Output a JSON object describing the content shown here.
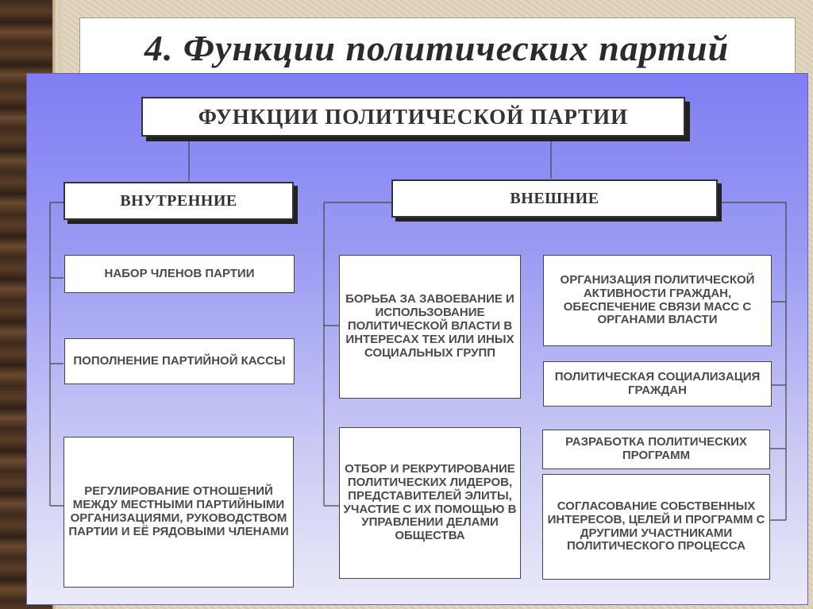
{
  "slide_title": "4. Функции политических партий",
  "diagram": {
    "root": "ФУНКЦИИ ПОЛИТИЧЕСКОЙ ПАРТИИ",
    "internal": {
      "label": "ВНУТРЕННИЕ",
      "items": [
        "НАБОР ЧЛЕНОВ ПАРТИИ",
        "ПОПОЛНЕНИЕ ПАРТИЙНОЙ КАССЫ",
        "РЕГУЛИРОВАНИЕ ОТНОШЕНИЙ МЕЖДУ МЕСТНЫМИ ПАРТИЙНЫМИ ОРГАНИЗАЦИЯМИ, РУКОВОДСТВОМ ПАРТИИ И ЕЁ РЯДОВЫМИ ЧЛЕНАМИ"
      ]
    },
    "external": {
      "label": "ВНЕШНИЕ",
      "items_left": [
        "БОРЬБА ЗА ЗАВОЕВАНИЕ И ИСПОЛЬЗОВАНИЕ ПОЛИТИЧЕСКОЙ ВЛАСТИ В ИНТЕРЕСАХ ТЕХ ИЛИ ИНЫХ СОЦИАЛЬНЫХ ГРУПП",
        "ОТБОР И РЕКРУТИРОВАНИЕ ПОЛИТИЧЕСКИХ ЛИДЕРОВ, ПРЕДСТАВИТЕЛЕЙ ЭЛИТЫ, УЧАСТИЕ С ИХ ПОМОЩЬЮ В УПРАВЛЕНИИ ДЕЛАМИ ОБЩЕСТВА"
      ],
      "items_right": [
        "ОРГАНИЗАЦИЯ ПОЛИТИЧЕСКОЙ АКТИВНОСТИ ГРАЖДАН, ОБЕСПЕЧЕНИЕ СВЯЗИ МАСС С ОРГАНАМИ ВЛАСТИ",
        "ПОЛИТИЧЕСКАЯ СОЦИАЛИЗАЦИЯ ГРАЖДАН",
        "РАЗРАБОТКА ПОЛИТИЧЕСКИХ ПРОГРАММ",
        "СОГЛАСОВАНИЕ СОБСТВЕННЫХ ИНТЕРЕСОВ, ЦЕЛЕЙ И ПРОГРАММ С ДРУГИМИ УЧАСТНИКАМИ ПОЛИТИЧЕСКОГО ПРОЦЕССА"
      ]
    }
  },
  "colors": {
    "board_top": "#7f7ef3",
    "board_bottom": "#eaeaf8",
    "box_text": "#4a4a4a"
  }
}
